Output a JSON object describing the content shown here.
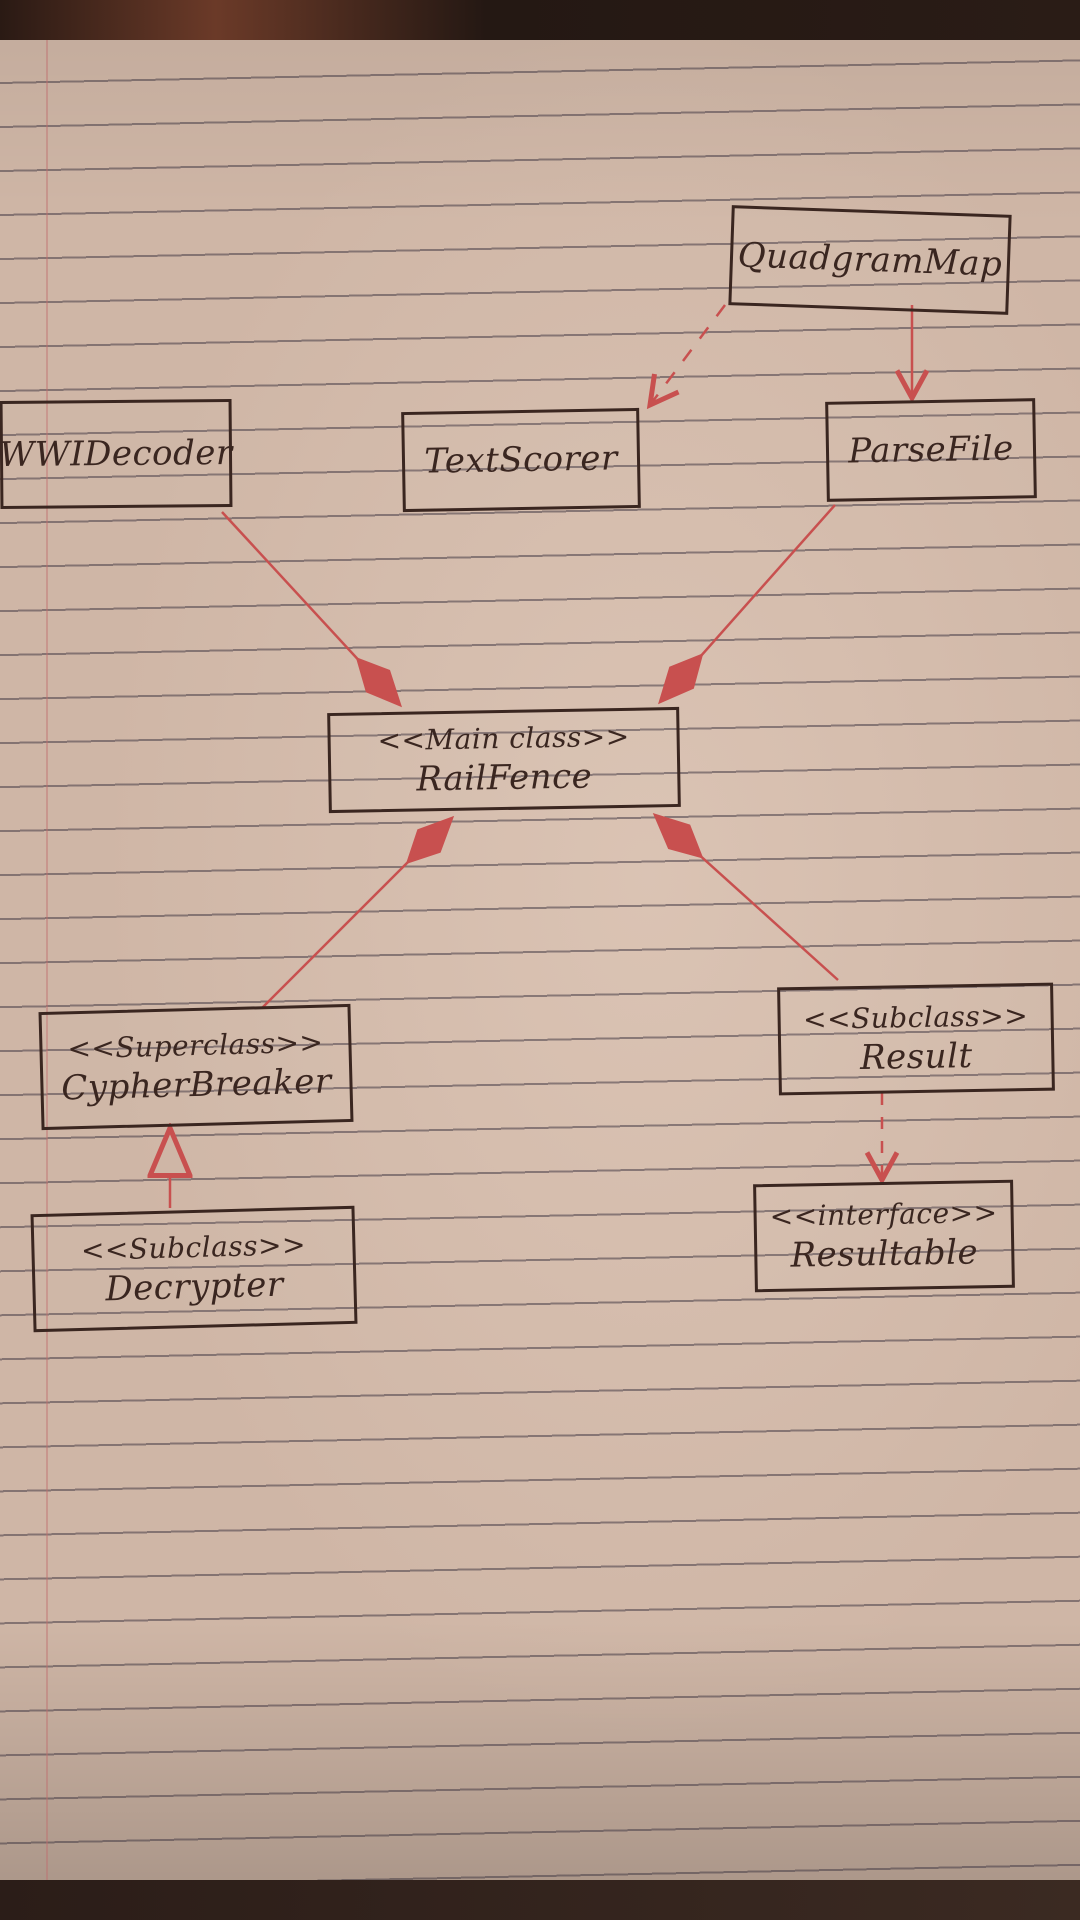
{
  "diagram": {
    "classes": {
      "quadgram": {
        "name": "QuadgramMap"
      },
      "wwdecoder": {
        "name": "WWIDecoder"
      },
      "textscorer": {
        "name": "TextScorer"
      },
      "parsefile": {
        "name": "ParseFile"
      },
      "railfence": {
        "stereotype": "<<Main class>>",
        "name": "RailFence"
      },
      "cypherbreaker": {
        "stereotype": "<<Superclass>>",
        "name": "CypherBreaker"
      },
      "result": {
        "stereotype": "<<Subclass>>",
        "name": "Result"
      },
      "decrypter": {
        "stereotype": "<<Subclass>>",
        "name": "Decrypter"
      },
      "resultable": {
        "stereotype": "<<interface>>",
        "name": "Resultable"
      }
    }
  },
  "colors": {
    "ink": "#3a2620",
    "connector": "#c8504f",
    "paper": "#cfb6a6"
  }
}
